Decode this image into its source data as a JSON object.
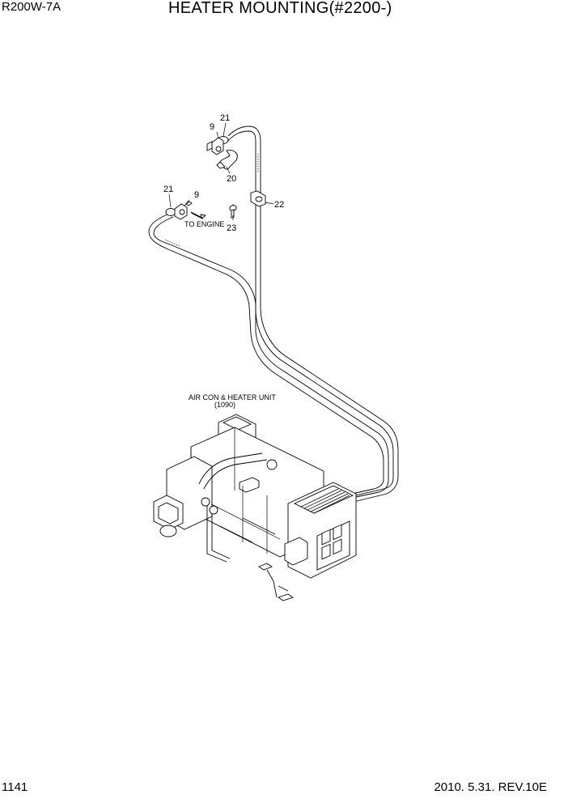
{
  "header": {
    "model": "R200W-7A",
    "title": "HEATER MOUNTING(#2200-)"
  },
  "footer": {
    "page_number": "1141",
    "revision": "2010. 5.31.  REV.10E"
  },
  "callouts": {
    "p21_top": "21",
    "p9_top": "9",
    "p20": "20",
    "p21_left": "21",
    "p9_left": "9",
    "p22": "22",
    "p23": "23"
  },
  "annotations": {
    "to_engine": "TO ENGINE",
    "unit_name": "AIR CON & HEATER UNIT",
    "unit_ref": "(1090)"
  }
}
